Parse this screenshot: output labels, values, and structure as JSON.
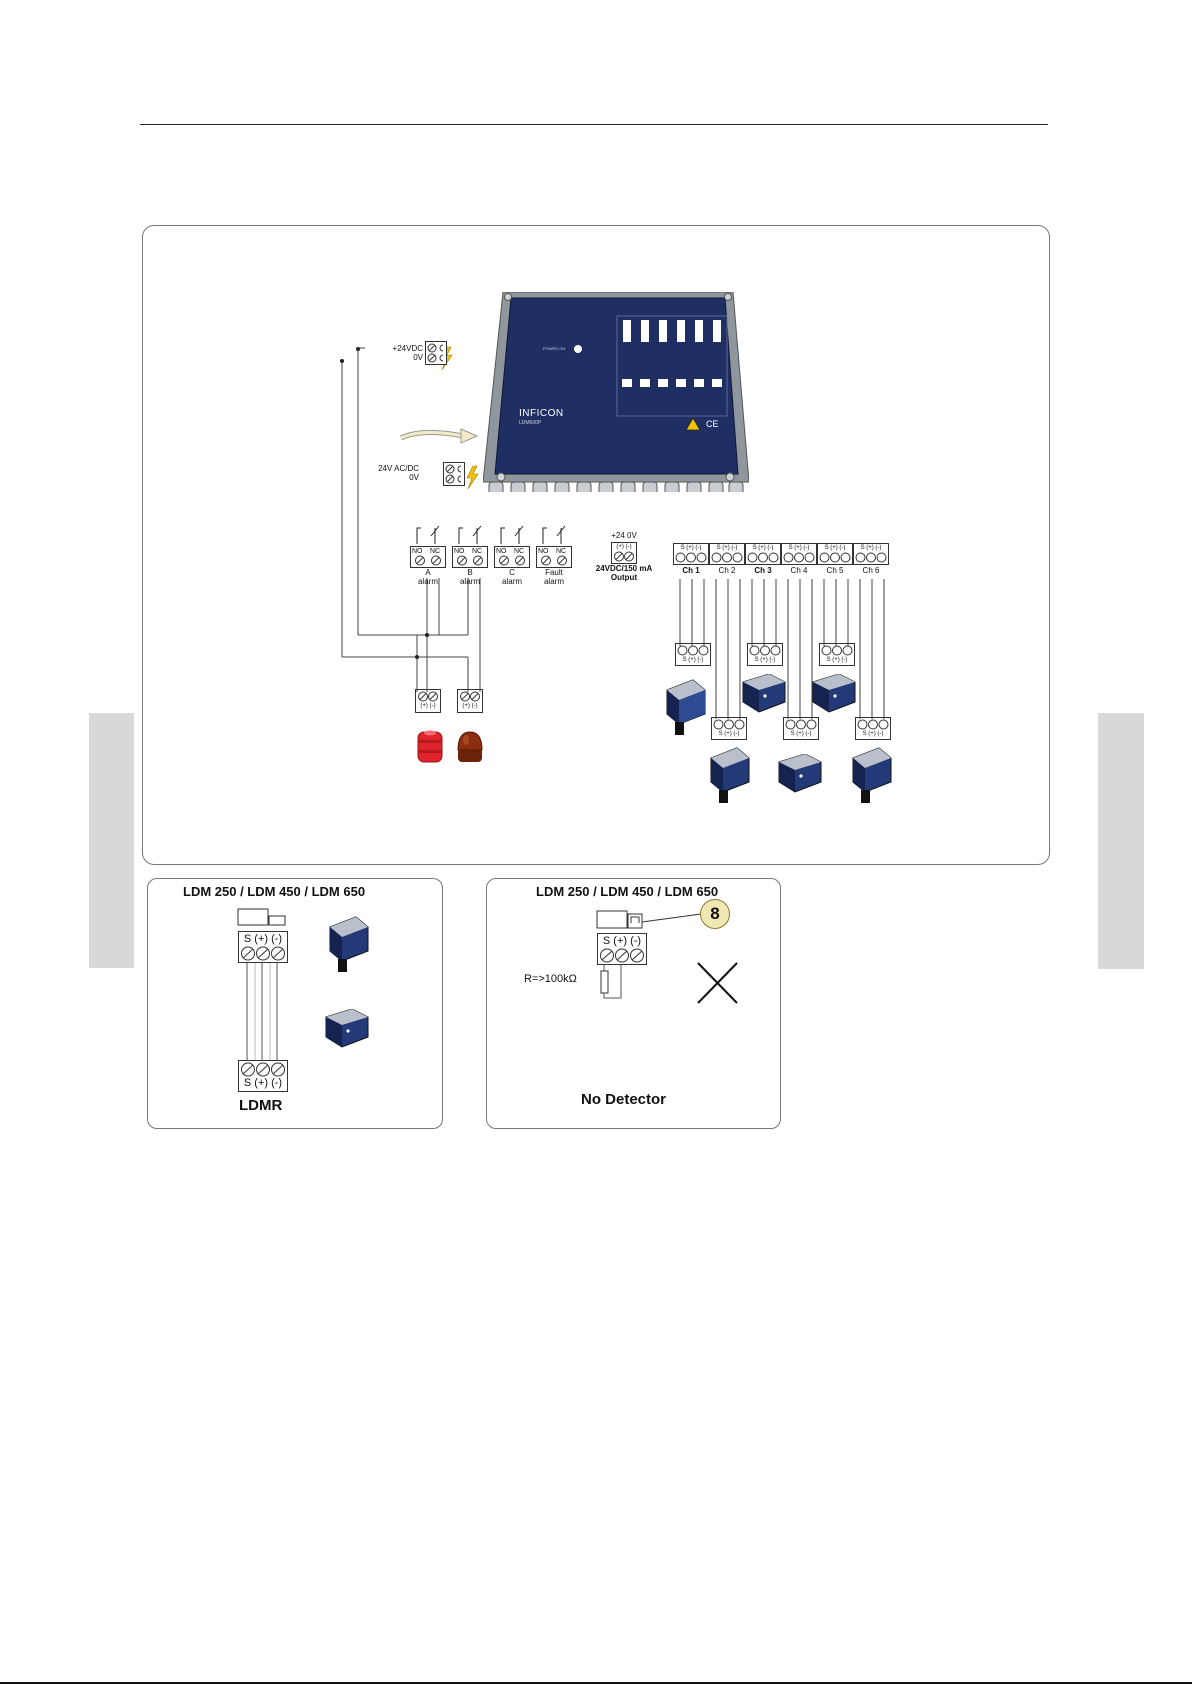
{
  "power": {
    "dc_label": "+24VDC",
    "zero_label": "0V",
    "acdc_label": "24V AC/DC",
    "zero_label2": "0V"
  },
  "relays": [
    {
      "no": "NO",
      "nc": "NC",
      "name": "A",
      "sub": "alarm"
    },
    {
      "no": "NO",
      "nc": "NC",
      "name": "B",
      "sub": "alarm"
    },
    {
      "no": "NO",
      "nc": "NC",
      "name": "C",
      "sub": "alarm"
    },
    {
      "no": "NO",
      "nc": "NC",
      "name": "Fault",
      "sub": "alarm"
    }
  ],
  "output": {
    "top": "+24  0V",
    "pins": "(+) (-)",
    "line1": "24VDC/150 mA",
    "line2": "Output"
  },
  "channels": [
    {
      "label": "Ch 1",
      "pins": "S (+) (-)"
    },
    {
      "label": "Ch 2",
      "pins": "S (+) (-)"
    },
    {
      "label": "Ch 3",
      "pins": "S (+) (-)"
    },
    {
      "label": "Ch 4",
      "pins": "S (+) (-)"
    },
    {
      "label": "Ch 5",
      "pins": "S (+) (-)"
    },
    {
      "label": "Ch 6",
      "pins": "S (+) (-)"
    }
  ],
  "terminal_pins": "S (+) (-)",
  "signal_pins": "(+) (-)",
  "device": {
    "brand": "INFICON",
    "model": "LDM600P",
    "power_on": "POWER ON",
    "ce": "CE"
  },
  "left_panel": {
    "title": "LDM 250 / LDM 450 / LDM 650",
    "pins_top": "S (+) (-)",
    "pins_bottom": "S (+) (-)",
    "footer": "LDMR"
  },
  "right_panel": {
    "title": "LDM 250 / LDM 450 / LDM 650",
    "callout": "8",
    "pins": "S (+) (-)",
    "resistor": "R=>100kΩ",
    "footer": "No Detector"
  },
  "colors": {
    "device_blue": "#1f2f63",
    "siren_red": "#e0242c",
    "beacon_brown": "#8a2e10",
    "wire": "#444444",
    "tab_gray": "#d8d8d8"
  }
}
